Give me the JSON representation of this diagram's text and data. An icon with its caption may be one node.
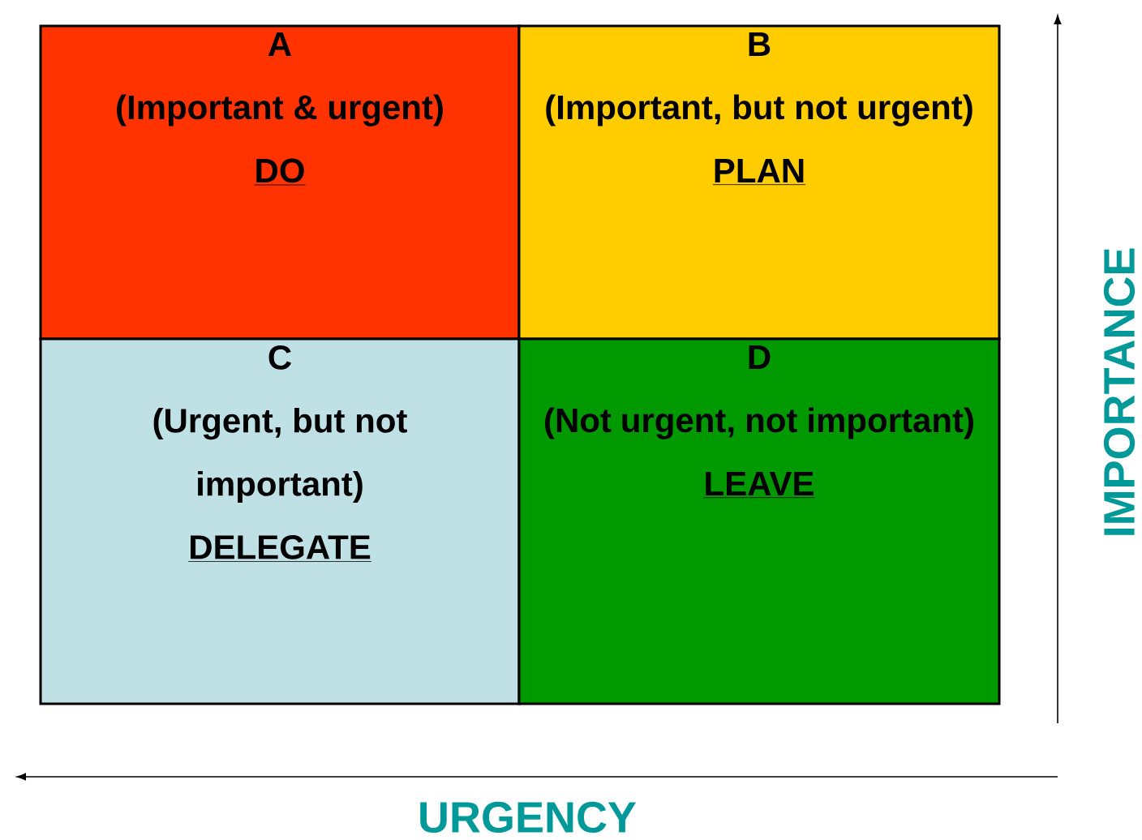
{
  "diagram": {
    "nodes": [
      {
        "text": [
          "A",
          "(Important & urgent)",
          "DO"
        ]
      },
      {
        "text": [
          "B",
          "(Important, but not urgent)",
          "PLAN"
        ]
      },
      {
        "text": [
          "C",
          "(Urgent, but not important)",
          "DELEGATE"
        ]
      },
      {
        "text": [
          "D",
          "(Not urgent, not important)",
          "LEAVE"
        ]
      }
    ],
    "labels": [
      "IMPORTANCE",
      "URGENCY"
    ]
  }
}
